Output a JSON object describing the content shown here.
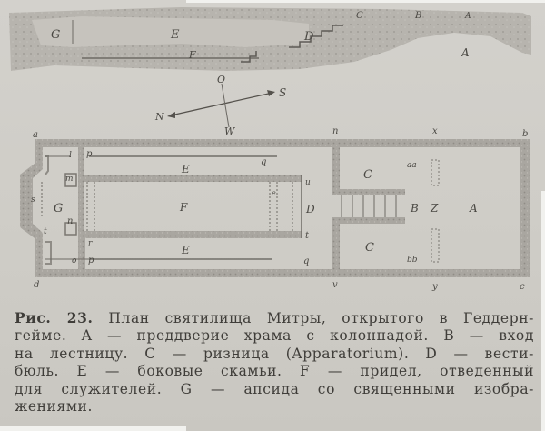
{
  "figure": {
    "section_view": {
      "labels": [
        "G",
        "E",
        "F",
        "D",
        "C",
        "B",
        "A",
        "A"
      ]
    },
    "compass": {
      "north": "N",
      "south": "S",
      "east": "O",
      "west": "W"
    },
    "plan": {
      "corner_labels": {
        "a": "a",
        "b": "b",
        "c": "c",
        "d": "d"
      },
      "point_labels": {
        "n": "n",
        "v": "v",
        "x": "x",
        "y": "y",
        "p_top": "p",
        "p_bottom": "p",
        "q_top": "q",
        "q_bottom": "q",
        "l": "l",
        "m": "m",
        "n_small": "n",
        "o": "o",
        "r": "r",
        "t_left": "t",
        "t_right": "t",
        "u": "u",
        "s": "s",
        "e": "e",
        "aa": "aa",
        "bb": "bb"
      },
      "room_labels": {
        "G": "G",
        "E_top": "E",
        "E_bottom": "E",
        "F": "F",
        "D": "D",
        "C_top": "C",
        "C_bottom": "C",
        "B": "B",
        "Z": "Z",
        "A": "A"
      }
    },
    "caption": {
      "figure_number": "Рис. 23.",
      "lines": [
        "План святилища Митры, открытого в Геддерн-",
        "гейме. A — преддверие храма с колоннадой. B — вход",
        "на лестницу. C — ризница (Apparatorium). D — вести-",
        "бюль. E — боковые скамьи. F — придел, отведенный",
        "для служителей. G — апсида со священными изобра-",
        "жениями."
      ]
    }
  },
  "colors": {
    "paper": "#d2d0cb",
    "ink": "#4a4843",
    "wall_fill": "#a9a6a0",
    "wall_dark": "#8f8c86"
  }
}
